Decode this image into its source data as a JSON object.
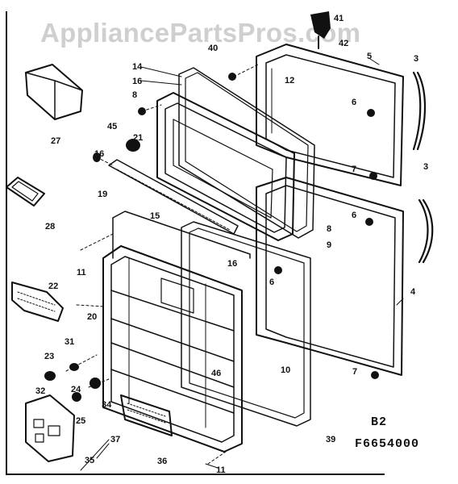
{
  "watermark": "AppliancePartsPros.com",
  "diagram": {
    "section_code": "B2",
    "drawing_number": "F6654000",
    "callouts": [
      "41",
      "42",
      "40",
      "5",
      "3",
      "14",
      "12",
      "16",
      "6",
      "8",
      "45",
      "21",
      "16",
      "7",
      "15",
      "3",
      "19",
      "27",
      "28",
      "8",
      "9",
      "6",
      "4",
      "11",
      "22",
      "16",
      "20",
      "6",
      "7",
      "31",
      "23",
      "46",
      "10",
      "32",
      "24",
      "34",
      "25",
      "37",
      "35",
      "36",
      "11",
      "39"
    ]
  }
}
